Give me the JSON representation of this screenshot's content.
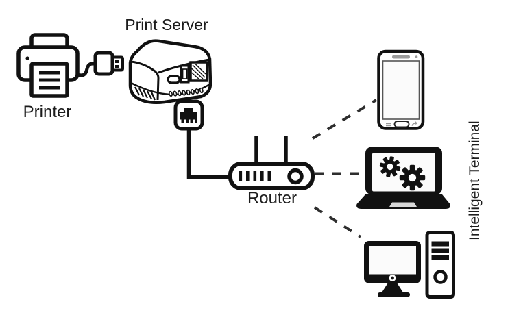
{
  "diagram": {
    "labels": {
      "printer": "Printer",
      "print_server": "Print Server",
      "router": "Router",
      "intelligent_terminal": "Intelligent Terminal"
    },
    "nodes": [
      {
        "id": "printer",
        "label": "Printer",
        "icon": "printer-icon"
      },
      {
        "id": "print-server",
        "label": "Print Server",
        "icon": "print-server-icon"
      },
      {
        "id": "router",
        "label": "Router",
        "icon": "router-icon"
      },
      {
        "id": "smartphone",
        "icon": "smartphone-icon",
        "group": "Intelligent Terminal"
      },
      {
        "id": "laptop",
        "icon": "laptop-gears-icon",
        "group": "Intelligent Terminal"
      },
      {
        "id": "desktop-pc",
        "icon": "desktop-computer-icon",
        "group": "Intelligent Terminal"
      }
    ],
    "connections": [
      {
        "from": "printer",
        "to": "print-server",
        "style": "solid",
        "via": "usb-cable"
      },
      {
        "from": "print-server",
        "to": "router",
        "style": "solid",
        "via": "ethernet-connector"
      },
      {
        "from": "router",
        "to": "smartphone",
        "style": "dashed"
      },
      {
        "from": "router",
        "to": "laptop",
        "style": "dashed"
      },
      {
        "from": "router",
        "to": "desktop-pc",
        "style": "dashed"
      }
    ],
    "colors": {
      "ink": "#111111",
      "dash": "#2e2e2e",
      "detail_gray": "#9a9a9a",
      "screen_light": "#fbfbfb",
      "background": "#ffffff"
    }
  }
}
